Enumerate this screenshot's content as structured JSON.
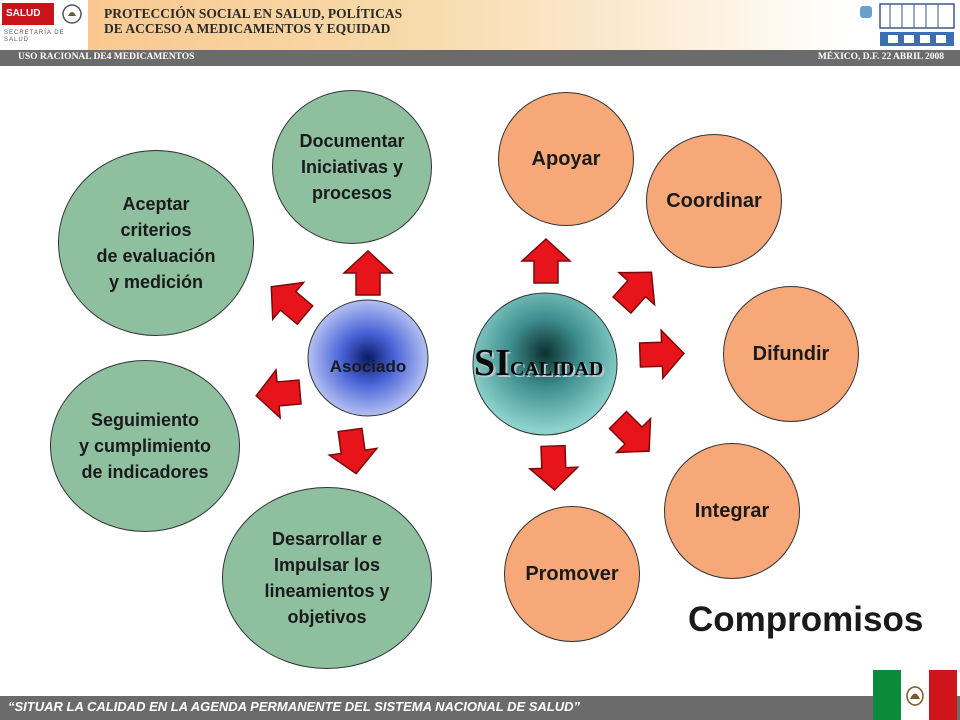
{
  "header": {
    "title_line1": "PROTECCIÓN SOCIAL EN SALUD, POLÍTICAS",
    "title_line2": "DE ACCESO A MEDICAMENTOS Y EQUIDAD",
    "logo_salud": "SALUD",
    "logo_secretaria": "SECRETARÍA DE SALUD",
    "subbar_left": "USO RACIONAL DE4 MEDICAMENTOS",
    "subbar_right": "MÉXICO, D.F. 22 ABRIL 2008"
  },
  "left_cluster": {
    "center": "Asociado",
    "nodes": [
      "Documentar\nIniciativas y\nprocesos",
      "Aceptar\ncriterios\nde evaluación\ny medición",
      "Seguimiento\n y cumplimiento\nde indicadores",
      "Desarrollar e\n Impulsar los\nlineamientos y\nobjetivos"
    ]
  },
  "right_cluster": {
    "center_main": "SI",
    "center_sub": "CALIDAD",
    "nodes": [
      "Apoyar",
      "Coordinar",
      "Difundir",
      "Integrar",
      "Promover"
    ]
  },
  "compromisos": "Compromisos",
  "footer": "“SITUAR LA CALIDAD EN LA AGENDA PERMANENTE DEL SISTEMA NACIONAL DE SALUD”",
  "colors": {
    "green": "#8ec0a0",
    "orange": "#f7a878",
    "arrow": "#e8141c",
    "bar": "#6b6b6b"
  }
}
